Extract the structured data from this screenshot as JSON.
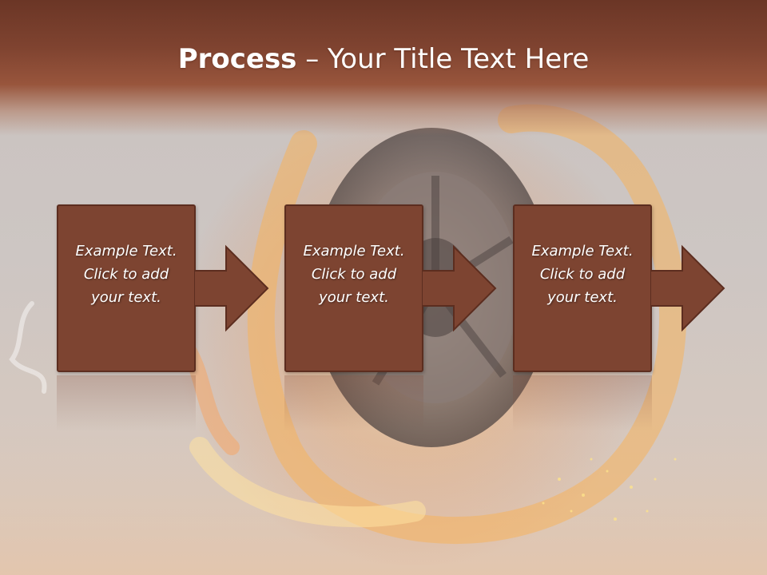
{
  "slide": {
    "title_bold": "Process",
    "title_rest": " – Your Title Text Here"
  },
  "steps": [
    {
      "text": "Example Text.\nClick  to add\nyour text."
    },
    {
      "text": "Example Text.\nClick  to add\nyour text."
    },
    {
      "text": "Example Text.\nClick  to add\nyour text."
    }
  ],
  "colors": {
    "header": "#7f4330",
    "box": "#7d4431",
    "box_border": "#5c2d1f",
    "text": "#ffffff"
  },
  "icons": [
    "right-arrow-icon"
  ]
}
